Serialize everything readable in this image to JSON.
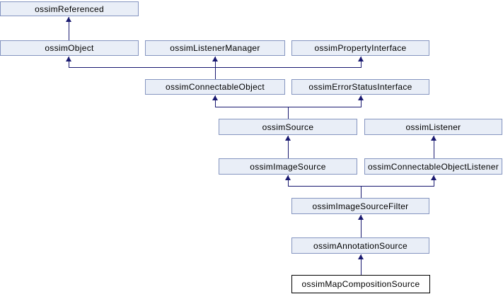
{
  "diagram": {
    "kind": "class-inheritance-graph",
    "nodes": [
      {
        "label": "ossimReferenced"
      },
      {
        "label": "ossimObject"
      },
      {
        "label": "ossimListenerManager"
      },
      {
        "label": "ossimPropertyInterface"
      },
      {
        "label": "ossimConnectableObject"
      },
      {
        "label": "ossimErrorStatusInterface"
      },
      {
        "label": "ossimSource"
      },
      {
        "label": "ossimListener"
      },
      {
        "label": "ossimImageSource"
      },
      {
        "label": "ossimConnectableObjectListener"
      },
      {
        "label": "ossimImageSourceFilter"
      },
      {
        "label": "ossimAnnotationSource"
      },
      {
        "label": "ossimMapCompositionSource",
        "role": "current-class"
      }
    ],
    "edges": [
      {
        "child": "ossimObject",
        "parent": "ossimReferenced"
      },
      {
        "child": "ossimConnectableObject",
        "parent": "ossimObject"
      },
      {
        "child": "ossimConnectableObject",
        "parent": "ossimListenerManager"
      },
      {
        "child": "ossimConnectableObject",
        "parent": "ossimPropertyInterface"
      },
      {
        "child": "ossimSource",
        "parent": "ossimConnectableObject"
      },
      {
        "child": "ossimSource",
        "parent": "ossimErrorStatusInterface"
      },
      {
        "child": "ossimImageSource",
        "parent": "ossimSource"
      },
      {
        "child": "ossimConnectableObjectListener",
        "parent": "ossimListener"
      },
      {
        "child": "ossimImageSourceFilter",
        "parent": "ossimImageSource"
      },
      {
        "child": "ossimImageSourceFilter",
        "parent": "ossimConnectableObjectListener"
      },
      {
        "child": "ossimAnnotationSource",
        "parent": "ossimImageSourceFilter"
      },
      {
        "child": "ossimMapCompositionSource",
        "parent": "ossimAnnotationSource"
      }
    ],
    "colors": {
      "node_fill": "#e9eef7",
      "node_border": "#8595c0",
      "edge": "#191970",
      "current_fill": "#ffffff",
      "current_border": "#000000",
      "text": "#000000"
    }
  }
}
